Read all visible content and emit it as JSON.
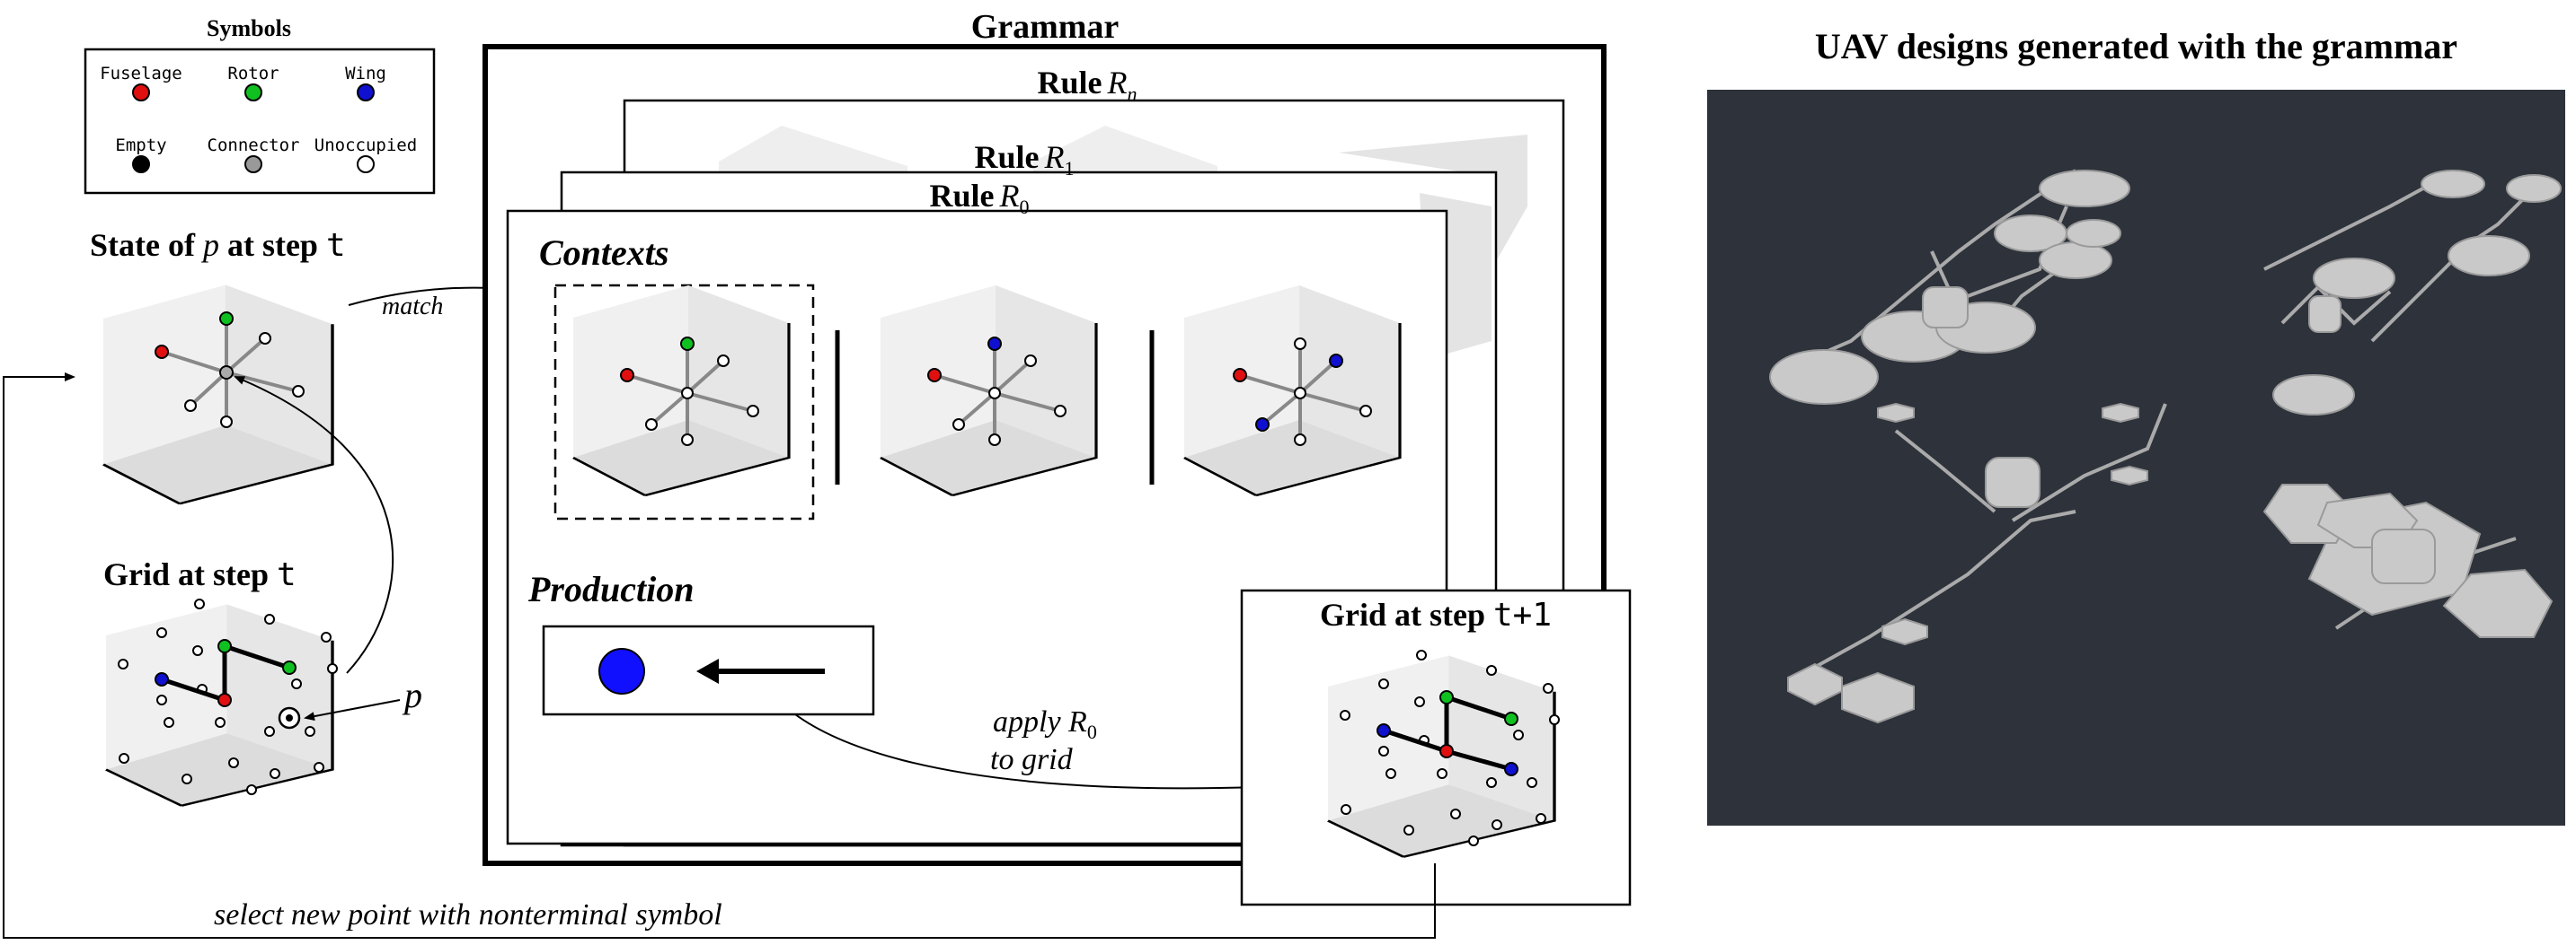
{
  "symbols": {
    "title": "Symbols",
    "items": [
      {
        "label": "Fuselage",
        "color": "#e01010"
      },
      {
        "label": "Rotor",
        "color": "#10c020"
      },
      {
        "label": "Wing",
        "color": "#1010d0"
      },
      {
        "label": "Empty",
        "color": "#000000"
      },
      {
        "label": "Connector",
        "color": "#999999"
      },
      {
        "label": "Unoccupied",
        "color": "#ffffff"
      }
    ]
  },
  "state": {
    "prefix": "State of ",
    "var": "p",
    "mid": " at step ",
    "step": "t"
  },
  "grid_t": {
    "prefix": "Grid at step ",
    "step": "t"
  },
  "grid_t1": {
    "prefix": "Grid at step ",
    "step": "t+1"
  },
  "point_label": "p",
  "match_label": "match",
  "select_label": "select new point with nonterminal symbol",
  "grammar": {
    "title": "Grammar",
    "rule_n": {
      "word": "Rule",
      "sym": "R",
      "sub": "n"
    },
    "rule_1": {
      "word": "Rule",
      "sym": "R",
      "sub": "1"
    },
    "rule_0": {
      "word": "Rule",
      "sym": "R",
      "sub": "0"
    },
    "contexts": "Contexts",
    "production": "Production",
    "apply_word": "apply ",
    "apply_sym": "R",
    "apply_sub": "0",
    "to_grid": "to grid"
  },
  "render": {
    "title": "UAV designs generated with the grammar"
  }
}
